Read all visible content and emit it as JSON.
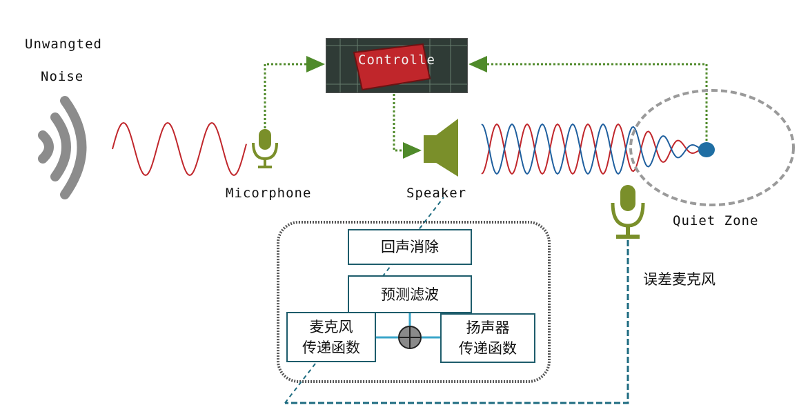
{
  "labels": {
    "unwanted": "Unwangted",
    "noise": "Noise",
    "microphone": "Micorphone",
    "speaker": "Speaker",
    "quiet_zone": "Quiet Zone",
    "controller": "Controlle",
    "error_mic": "误差麦克风"
  },
  "blocks": {
    "echo_cancel": "回声消除",
    "predict_filter": "预测滤波",
    "mic_tf_line1": "麦克风",
    "mic_tf_line2": "传递函数",
    "spk_tf_line1": "扬声器",
    "spk_tf_line2": "传递函数"
  },
  "colors": {
    "mic_green": "#7a8f2a",
    "green_arrow": "#4f8a2a",
    "noise_wave": "#c0262b",
    "anti_wave": "#1f5f9e",
    "loop_teal": "#1d6b80",
    "zone_gray": "#9a9a9a",
    "speaker_icon": "#9a9a9a"
  },
  "icons": [
    "sound-waves-icon",
    "microphone-icon",
    "speaker-icon",
    "error-microphone-icon",
    "controller-chip-icon",
    "summing-junction-icon"
  ]
}
